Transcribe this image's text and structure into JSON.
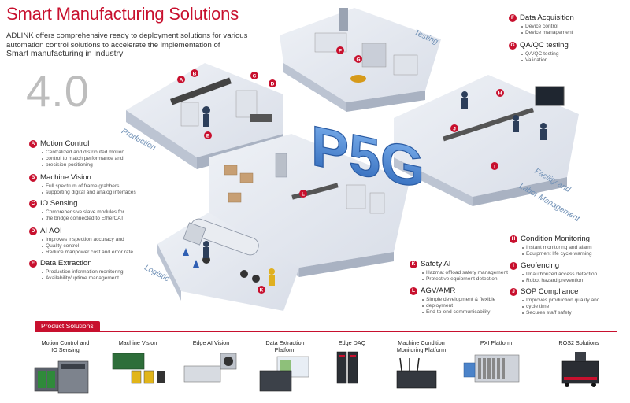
{
  "header": {
    "title": "Smart Manufacturing Solutions",
    "intro_line1": "ADLINK offers comprehensive ready to deployment solutions for various",
    "intro_line2": "automation control solutions to accelerate the implementation of",
    "intro_line3": "Smart manufacturing in industry",
    "version": "4.0"
  },
  "scene": {
    "center_mark": "P5G",
    "zones": {
      "production": "Production",
      "testing": "Testing",
      "logistic": "Logistic",
      "facility_line1": "Facility and",
      "facility_line2": "Labor Management"
    },
    "markers": [
      "A",
      "B",
      "C",
      "D",
      "E",
      "F",
      "G",
      "H",
      "I",
      "J",
      "K",
      "L"
    ]
  },
  "features_left": [
    {
      "badge": "A",
      "title": "Motion Control",
      "items": [
        "Centralized and distributed motion",
        "control to match performance and",
        "precision positioning"
      ]
    },
    {
      "badge": "B",
      "title": "Machine Vision",
      "items": [
        "Full spectrum of frame grabbers",
        "supporting digital and analog interfaces"
      ]
    },
    {
      "badge": "C",
      "title": "IO Sensing",
      "items": [
        "Comprehensive slave modules for",
        "the bridge connected to EtherCAT"
      ]
    },
    {
      "badge": "D",
      "title": "AI AOI",
      "items": [
        "Improves inspection accuracy and",
        "Quality control",
        "Reduce manpower cost and error rate"
      ]
    },
    {
      "badge": "E",
      "title": "Data Extraction",
      "items": [
        "Production information monitoring",
        "Availability/uptime management"
      ]
    }
  ],
  "features_top_right": [
    {
      "badge": "F",
      "title": "Data Acquisition",
      "items": [
        "Device control",
        "Device management"
      ]
    },
    {
      "badge": "G",
      "title": "QA/QC testing",
      "items": [
        "QA/QC testing",
        "Validation"
      ]
    }
  ],
  "features_bottom_middle": [
    {
      "badge": "K",
      "title": "Safety AI",
      "items": [
        "Hazmat offload safety management",
        "Protective equipment detection"
      ]
    },
    {
      "badge": "L",
      "title": "AGV/AMR",
      "items": [
        "Simple development & flexible",
        "deployment",
        "End-to-end communicability"
      ]
    }
  ],
  "features_bottom_right": [
    {
      "badge": "H",
      "title": "Condition Monitoring",
      "items": [
        "Instant monitoring and alarm",
        "Equipment life cycle warning"
      ]
    },
    {
      "badge": "I",
      "title": "Geofencing",
      "items": [
        "Unauthorized access detection",
        "Robot hazard prevention"
      ]
    },
    {
      "badge": "J",
      "title": "SOP Compliance",
      "items": [
        "Improves production quality and",
        "cycle time",
        "Secures staff safety"
      ]
    }
  ],
  "product_solutions": {
    "tab_label": "Product Solutions",
    "products": [
      {
        "line1": "Motion Control and",
        "line2": "IO Sensing"
      },
      {
        "line1": "Machine Vision",
        "line2": ""
      },
      {
        "line1": "Edge AI Vision",
        "line2": ""
      },
      {
        "line1": "Data Extraction",
        "line2": "Platform"
      },
      {
        "line1": "Edge DAQ",
        "line2": ""
      },
      {
        "line1": "Machine Condition",
        "line2": "Monitoring Platform"
      },
      {
        "line1": "PXI Platform",
        "line2": ""
      },
      {
        "line1": "ROS2 Solutions",
        "line2": ""
      }
    ]
  },
  "colors": {
    "accent": "#c8102e",
    "floor": "#e4e8f0",
    "zone_label": "#6e8fb5",
    "p5g": "#3f7fd0"
  }
}
